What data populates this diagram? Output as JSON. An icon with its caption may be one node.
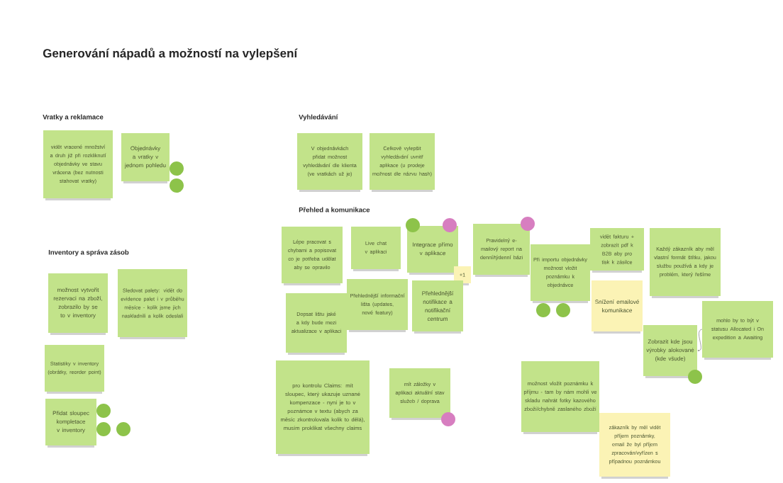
{
  "diagram": {
    "title": "Generování nápadů a možností na vylepšení",
    "nodes": [
      {
        "text": [
          "vidět vracené množství a druh již při rozkliknutí objednávky ve stavu vrácena (bez nutnosti stahovat vratky)"
        ]
      },
      {
        "text": [
          "Objednávky a vratky v jednom pohledu"
        ]
      },
      {
        "text": [
          "V objednávkách přidat možnost vyhledávání dle klienta (ve vratkách už je)"
        ]
      },
      {
        "text": [
          "Celkově vylepšit vyhledávání uvnitř aplikace (u prodeje možnost dle názvu hash)"
        ]
      },
      {
        "text": [
          "možnost vytvořit rezervaci na zboží, zobrazilo by se to v inventory"
        ]
      },
      {
        "text": [
          "Sledovat palety: vidět do evidence palet i v průběhu měsíce - kolik jsme jich naskladnili a kolik odeslali"
        ]
      },
      {
        "text": [
          "Statistiky v inventory (obrátky, reorder point)"
        ]
      },
      {
        "text": [
          "Přidat sloupec kompletace v inventory"
        ]
      },
      {
        "text": [
          "Lépe pracovat s chybami a popisovat co je potřeba udělat aby se opravilo"
        ]
      },
      {
        "text": [
          "Live chat v aplikaci"
        ]
      },
      {
        "text": [
          "Integrace přímo v aplikace"
        ]
      },
      {
        "text": [
          "+1"
        ]
      },
      {
        "text": [
          "Pravidelný e-mailový report na denní/týdenní bázi"
        ]
      },
      {
        "text": [
          "Přehlednější informační lišta (updates, nové featury)"
        ]
      },
      {
        "text": [
          "Dopsat lištu jaké a kdy bude mezi aktualizace v aplikaci"
        ]
      },
      {
        "text": [
          "Přehlednější notifikace a notifikační centrum"
        ]
      },
      {
        "text": [
          "pro kontrolu Claims: mít sloupec, který ukazuje uznané kompenzace - nyní je to v poznámce v textu (abych za měsíc zkontrolovala kolik to dělá), musím proklikat všechny claims"
        ]
      },
      {
        "text": [
          "mít záložky v aplikaci aktuální stav služeb / doprava"
        ]
      },
      {
        "text": [
          "Při importu objednávky možnost vložit poznámku k objednávce"
        ]
      },
      {
        "text": [
          "vidět fakturu + zobrazit pdf k B2B aby pro tisk k zásilce"
        ]
      },
      {
        "text": [
          "Snížení emailové komunikace"
        ]
      },
      {
        "text": [
          "Každý zákazník aby měl vlastní formát štítku, jakou službu používá a kdy je problém, který řešíme"
        ]
      },
      {
        "text": [
          "Zobrazit kde jsou výrobky alokované (kde všude)"
        ]
      },
      {
        "text": [
          "mohlo by to být v statusu Allocated i On expedition a Awaiting"
        ]
      },
      {
        "text": [
          "možnost vložit poznámku k příjmu - tam by nám mohli ve skladu nahrát fotky kazového zboží/chybně zaslaného zboží"
        ]
      },
      {
        "text": [
          "zákazník by měl vidět příjem poznámky, email že byl příjem zpracován/vyřízen s případnou poznámkou"
        ]
      }
    ],
    "edges": [
      {
        "from": 23,
        "to": 22,
        "arrow": "to"
      }
    ],
    "labels": [
      "Vratky a reklamace",
      "Vyhledávání",
      "Přehled a komunikace",
      "Inventory a správa zásob"
    ]
  }
}
